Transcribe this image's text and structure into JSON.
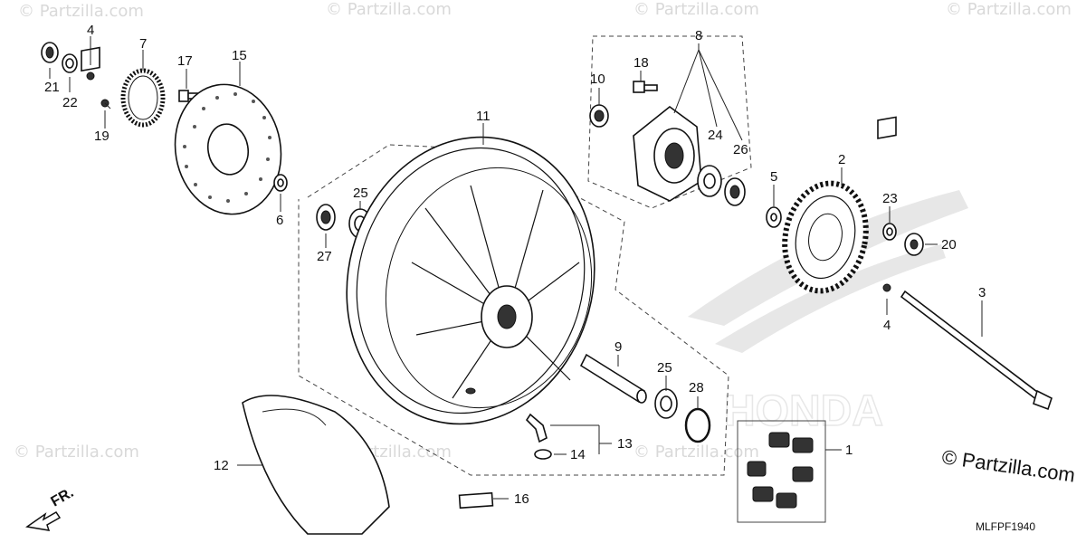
{
  "watermark": "© Partzilla.com",
  "copyright": "© Partzilla.com",
  "diagram_code": "MLFPF1940",
  "direction_label": "FR.",
  "brand_watermark": "HONDA",
  "part_numbers": {
    "p1": "1",
    "p2": "2",
    "p3": "3",
    "p4a": "4",
    "p4b": "4",
    "p5": "5",
    "p6": "6",
    "p7": "7",
    "p8": "8",
    "p9": "9",
    "p10": "10",
    "p11": "11",
    "p12": "12",
    "p13": "13",
    "p14": "14",
    "p15": "15",
    "p16": "16",
    "p17": "17",
    "p18": "18",
    "p19": "19",
    "p20": "20",
    "p21": "21",
    "p22": "22",
    "p23": "23",
    "p24": "24",
    "p25a": "25",
    "p25b": "25",
    "p26": "26",
    "p27": "27",
    "p28": "28"
  }
}
